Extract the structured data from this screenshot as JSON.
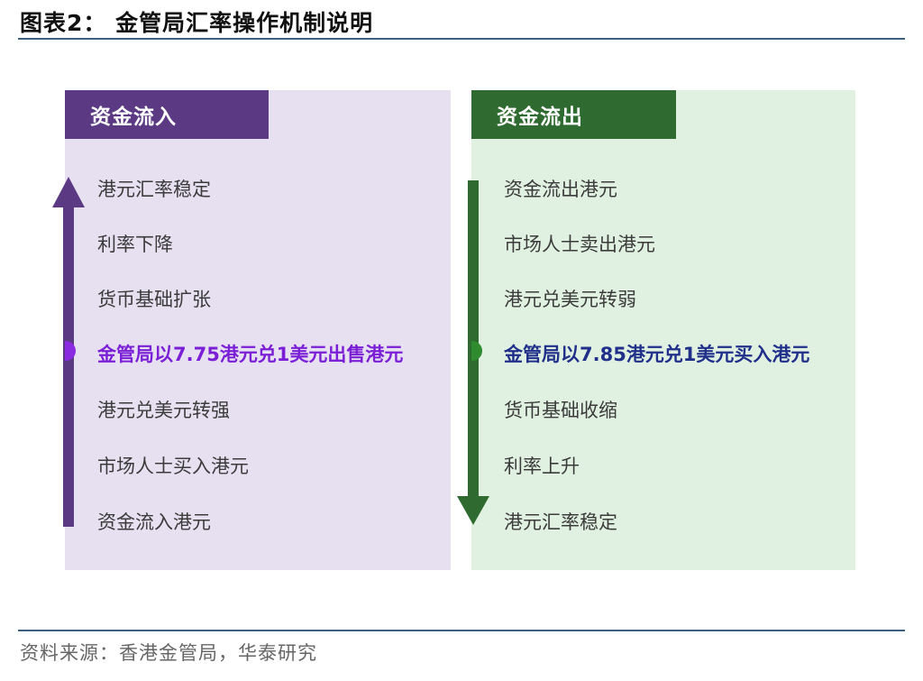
{
  "figure_title": "图表2：  金管局汇率操作机制说明",
  "source": "资料来源：香港金管局，华泰研究",
  "panels": {
    "inflow": {
      "header": "资金流入",
      "items": [
        "港元汇率稳定",
        "利率下降",
        "货币基础扩张",
        "金管局以7.75港元兑1美元出售港元",
        "港元兑美元转强",
        "市场人士买入港元",
        "资金流入港元"
      ],
      "highlight_index": 3,
      "arrow_direction": "up",
      "colors": {
        "header": "#5b3a83",
        "background": "#e7e0f1",
        "highlight": "#7a1fd6",
        "arrow": "#5b3a83"
      }
    },
    "outflow": {
      "header": "资金流出",
      "items": [
        "资金流出港元",
        "市场人士卖出港元",
        "港元兑美元转弱",
        "金管局以7.85港元兑1美元买入港元",
        "货币基础收缩",
        "利率上升",
        "港元汇率稳定"
      ],
      "highlight_index": 3,
      "arrow_direction": "down",
      "colors": {
        "header": "#2f6b30",
        "background": "#e1f1e1",
        "highlight": "#1f2f8a",
        "arrow": "#2f6b30"
      }
    }
  }
}
